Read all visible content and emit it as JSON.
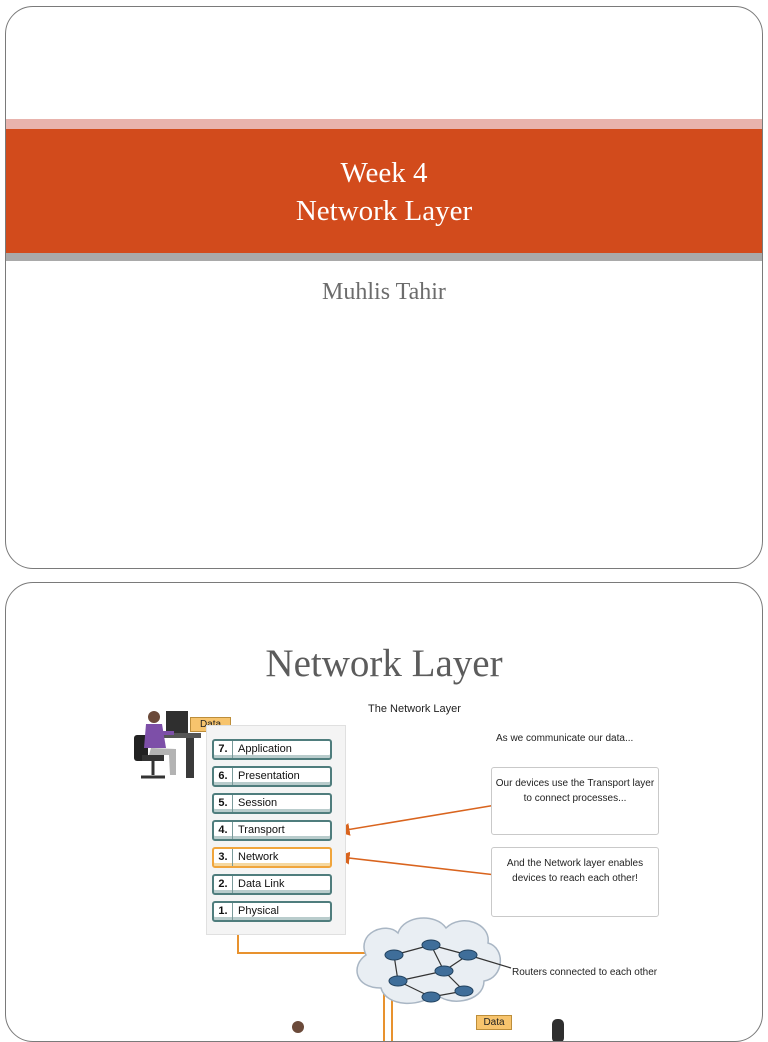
{
  "slide1": {
    "title_line1": "Week 4",
    "title_line2": "Network Layer",
    "author": "Muhlis Tahir"
  },
  "slide2": {
    "title": "Network Layer",
    "figure": {
      "caption": "The Network Layer",
      "data_tag": "Data",
      "osi_layers": [
        {
          "num": "7.",
          "label": "Application"
        },
        {
          "num": "6.",
          "label": "Presentation"
        },
        {
          "num": "5.",
          "label": "Session"
        },
        {
          "num": "4.",
          "label": "Transport"
        },
        {
          "num": "3.",
          "label": "Network",
          "highlighted": true
        },
        {
          "num": "2.",
          "label": "Data Link"
        },
        {
          "num": "1.",
          "label": "Physical"
        }
      ],
      "intro_text": "As we communicate our data...",
      "transport_callout": "Our devices use the Transport layer to connect processes...",
      "network_callout": "And the Network layer enables devices to reach each other!",
      "routers_label": "Routers connected to each other"
    }
  },
  "colors": {
    "band": "#d24b1c",
    "band_top": "#e8b3ad",
    "band_bottom": "#a9a9a9",
    "arrow": "#d9641e",
    "layer_border": "#4f7d7d",
    "highlight": "#f0a53c"
  }
}
